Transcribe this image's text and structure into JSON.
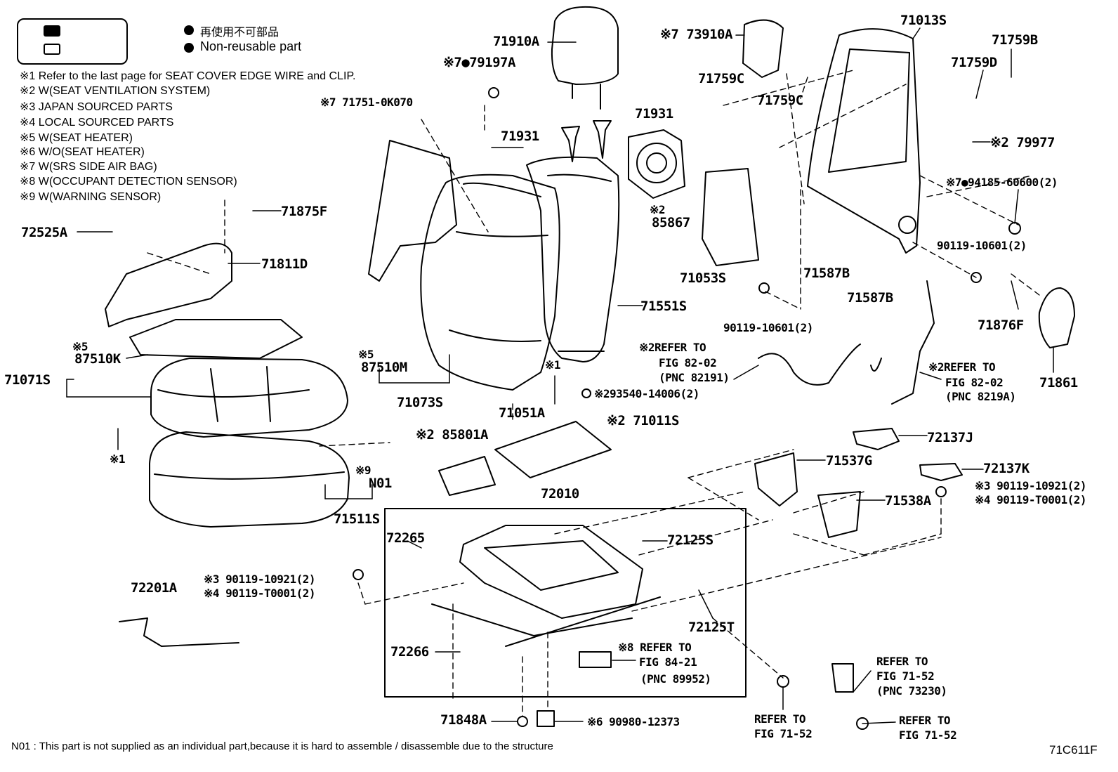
{
  "legend": {
    "jp_text": "再使用不可部品",
    "en_text": "Non-reusable part"
  },
  "notes": [
    "※1  Refer to the last page for SEAT COVER EDGE WIRE and CLIP.",
    "※2  W(SEAT VENTILATION SYSTEM)",
    "※3  JAPAN SOURCED PARTS",
    "※4  LOCAL SOURCED PARTS",
    "※5  W(SEAT HEATER)",
    "※6  W/O(SEAT HEATER)",
    "※7  W(SRS SIDE AIR BAG)",
    "※8  W(OCCUPANT DETECTION SENSOR)",
    "※9  W(WARNING SENSOR)"
  ],
  "labels": {
    "p71910A": "71910A",
    "p79197A": "※7●79197A",
    "p71751": "※7 71751-0K070",
    "p71931a": "71931",
    "p71931b": "71931",
    "p73910A": "※7 73910A",
    "p71759Ca": "71759C",
    "p71759Cb": "71759C",
    "p71013S": "71013S",
    "p71759B": "71759B",
    "p71759D": "71759D",
    "p79977": "※2 79977",
    "p94185": "※7●94185-60600(2)",
    "p90119_10601a": "90119-10601(2)",
    "p85867a": "※2",
    "p85867b": "85867",
    "p71053S": "71053S",
    "p71587Ba": "71587B",
    "p71587Bb": "71587B",
    "p71876F": "71876F",
    "p71861": "71861",
    "p90119_10601b": "90119-10601(2)",
    "p71551S": "71551S",
    "p71875F": "71875F",
    "p72525A": "72525A",
    "p71811D": "71811D",
    "p71071S": "71071S",
    "p87510Ka": "※5",
    "p87510Kb": "87510K",
    "p87510Ma": "※5",
    "p87510Mb": "87510M",
    "p71073S": "71073S",
    "ref82a1": "※2REFER TO",
    "ref82a2": "FIG 82-02",
    "ref82a3": "(PNC 82191)",
    "ref82b1": "※2REFER TO",
    "ref82b2": "FIG 82-02",
    "ref82b3": "(PNC 8219A)",
    "p93540": "※293540-14006(2)",
    "p71011S": "※2 71011S",
    "p71051A": "71051A",
    "n1a": "※1",
    "n1b": "※1",
    "p85801A": "※2 85801A",
    "p72137J": "72137J",
    "p71537G": "71537G",
    "p72137K": "72137K",
    "p90119_10921r": "※3 90119-10921(2)",
    "p90119_T0001r": "※4 90119-T0001(2)",
    "p71538A": "71538A",
    "pN01a": "※9",
    "pN01b": "N01",
    "p71511S": "71511S",
    "p72010": "72010",
    "p72265": "72265",
    "p72125S": "72125S",
    "p90119_10921l": "※3 90119-10921(2)",
    "p90119_T0001l": "※4 90119-T0001(2)",
    "p72201A": "72201A",
    "p72125T": "72125T",
    "p72266": "72266",
    "ref84a": "※8 REFER TO",
    "ref84b": "FIG 84-21",
    "ref84c": "(PNC 89952)",
    "ref7152a1": "REFER TO",
    "ref7152a2": "FIG 71-52",
    "ref7152a3": "(PNC 73230)",
    "ref7152b1": "REFER TO",
    "ref7152b2": "FIG 71-52",
    "ref7152c1": "REFER TO",
    "ref7152c2": "FIG 71-52",
    "p71848A": "71848A",
    "p90980": "※6 90980-12373",
    "footnote": "N01 : This part is not supplied as an individual part,because it is hard to assemble / disassemble due to the structure",
    "figcode": "71C611F"
  }
}
